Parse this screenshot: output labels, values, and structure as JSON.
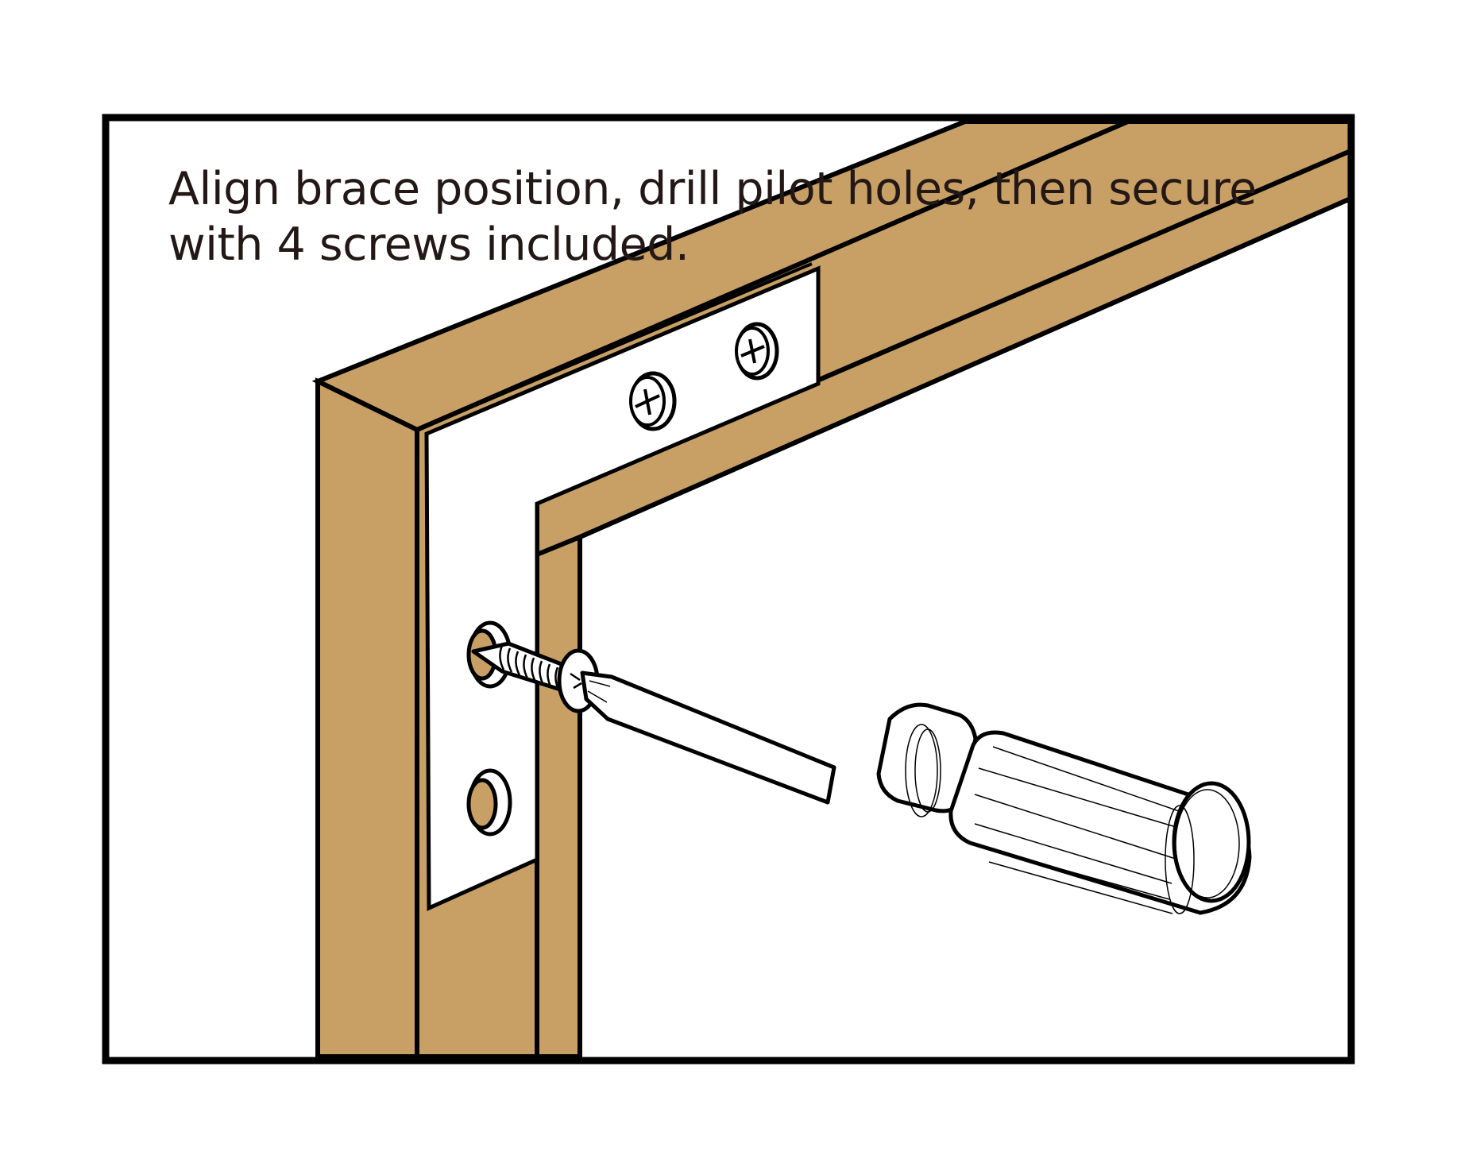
{
  "instruction": {
    "line1": "Align brace position, drill pilot holes, then secure",
    "line2": "with 4 screws included.",
    "full_text": "Align brace position, drill pilot holes, then secure with 4 screws included."
  },
  "illustration": {
    "subject": "wooden frame corner with L-shaped metal brace",
    "tool": "screwdriver-icon",
    "fastener": "screw-icon",
    "screws_total": 4,
    "screws_installed": 2,
    "screws_in_progress": 1,
    "open_holes": 1
  },
  "colors": {
    "wood": "#C89F65",
    "outline": "#000000",
    "text": "#231815",
    "brace": "#FFFFFF",
    "background": "#FFFFFF"
  }
}
